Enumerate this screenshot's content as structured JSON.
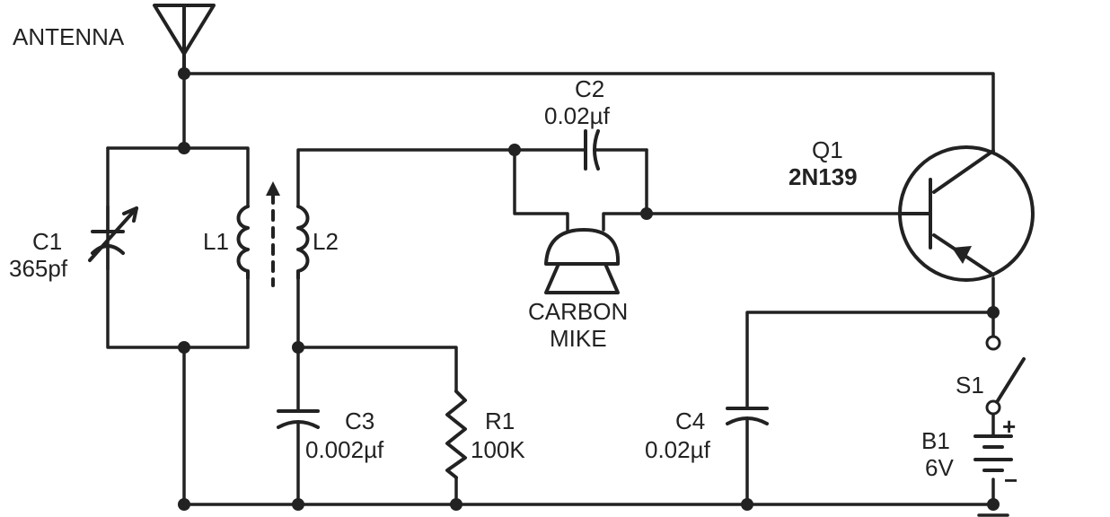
{
  "labels": {
    "antenna": "ANTENNA",
    "c1_name": "C1",
    "c1_value": "365pf",
    "l1": "L1",
    "l2": "L2",
    "c2_name": "C2",
    "c2_value": "0.02µf",
    "mike_line1": "CARBON",
    "mike_line2": "MIKE",
    "q1_name": "Q1",
    "q1_part": "2N139",
    "c3_name": "C3",
    "c3_value": "0.002µf",
    "r1_name": "R1",
    "r1_value": "100K",
    "c4_name": "C4",
    "c4_value": "0.02µf",
    "s1": "S1",
    "b1_name": "B1",
    "b1_value": "6V",
    "plus": "+",
    "minus": "−"
  }
}
